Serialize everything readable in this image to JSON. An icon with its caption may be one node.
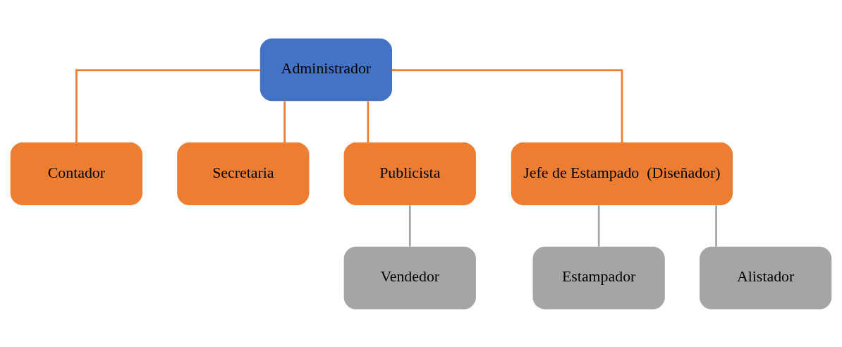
{
  "diagram": {
    "nodes": [
      {
        "text": [
          "Administrador"
        ]
      },
      {
        "text": [
          "Contador"
        ]
      },
      {
        "text": [
          "Secretaria"
        ]
      },
      {
        "text": [
          "Publicista"
        ]
      },
      {
        "text": [
          "Jefe de Estampado  (Diseñador)"
        ]
      },
      {
        "text": [
          "Vendedor"
        ]
      },
      {
        "text": [
          "Estampador"
        ]
      },
      {
        "text": [
          "Alistador"
        ]
      }
    ],
    "edges": [
      {
        "from": 0,
        "to": 1,
        "arrow": "none"
      },
      {
        "from": 0,
        "to": 2,
        "arrow": "none"
      },
      {
        "from": 0,
        "to": 3,
        "arrow": "none"
      },
      {
        "from": 0,
        "to": 4,
        "arrow": "none"
      },
      {
        "from": 3,
        "to": 5,
        "arrow": "none",
        "color": "#a5a5a5"
      },
      {
        "from": 4,
        "to": 6,
        "arrow": "none",
        "color": "#a5a5a5"
      },
      {
        "from": 4,
        "to": 7,
        "arrow": "none",
        "color": "#a5a5a5"
      }
    ]
  }
}
